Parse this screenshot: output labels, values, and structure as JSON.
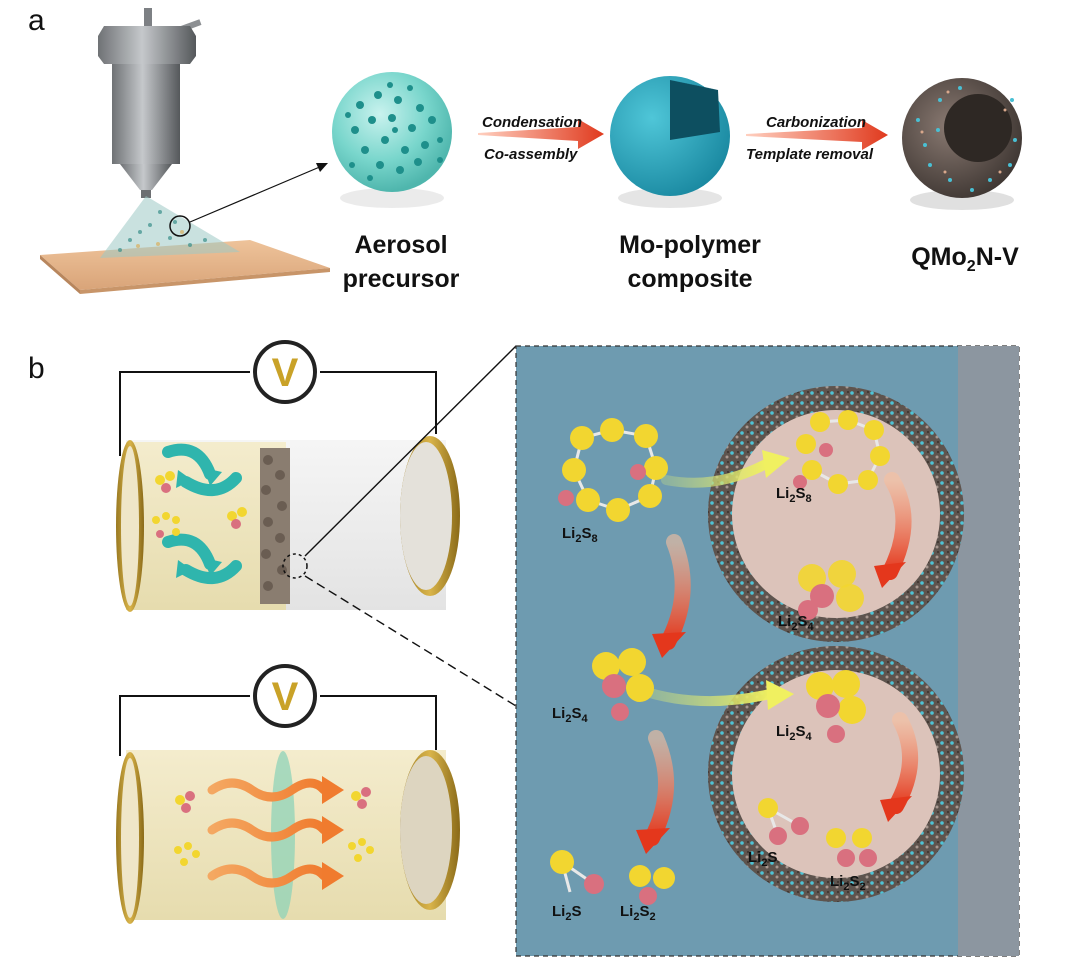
{
  "panel_a": {
    "letter": "a",
    "arrow1": {
      "top": "Condensation",
      "bottom": "Co-assembly"
    },
    "arrow2": {
      "top": "Carbonization",
      "bottom": "Template removal"
    },
    "labels": {
      "aerosol_line1": "Aerosol",
      "aerosol_line2": "precursor",
      "composite_line1": "Mo-polymer",
      "composite_line2": "composite",
      "product_main": "QMo",
      "product_sub": "2",
      "product_suffix": "N-V"
    }
  },
  "panel_b": {
    "letter": "b",
    "voltmeter_symbol": "V",
    "species": {
      "li2s8": {
        "a": "Li",
        "b": "2",
        "c": "S",
        "d": "8"
      },
      "li2s4": {
        "a": "Li",
        "b": "2",
        "c": "S",
        "d": "4"
      },
      "li2s": {
        "a": "Li",
        "b": "2",
        "c": "S"
      },
      "li2s2": {
        "a": "Li",
        "b": "2",
        "c": "S",
        "d": "2"
      }
    }
  },
  "colors": {
    "teal": "#3fb8b0",
    "sulfur": "#f2d630",
    "lithium": "#d9707f",
    "arrow_red": "#e8452a",
    "inset_bg": "#6e9bb0",
    "copper": "#e0b48c"
  }
}
